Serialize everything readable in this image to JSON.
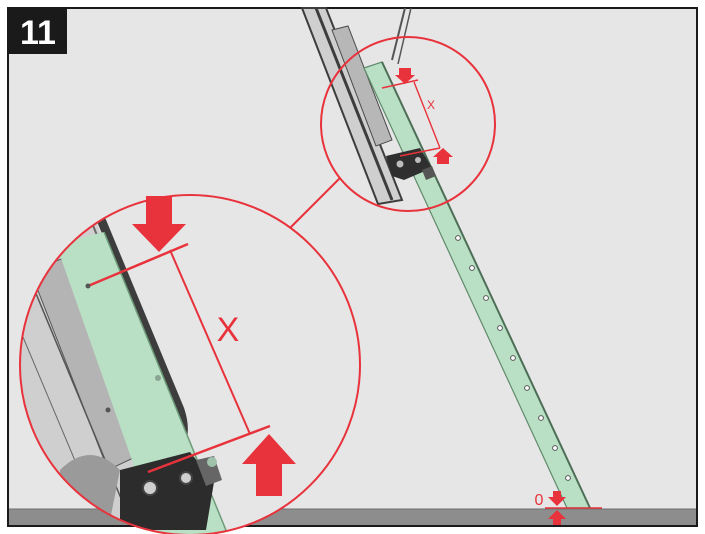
{
  "step": {
    "number": "11"
  },
  "labels": {
    "detail_dimension": "X",
    "zoom_dimension": "X",
    "floor_gap": "0"
  },
  "colors": {
    "background": "#e6e6e6",
    "floor": "#8d8d8d",
    "ladder": "#b9dfc4",
    "accent": "#e8333c",
    "frame": "#3d3d3d",
    "badge": "#1a1a1a"
  }
}
